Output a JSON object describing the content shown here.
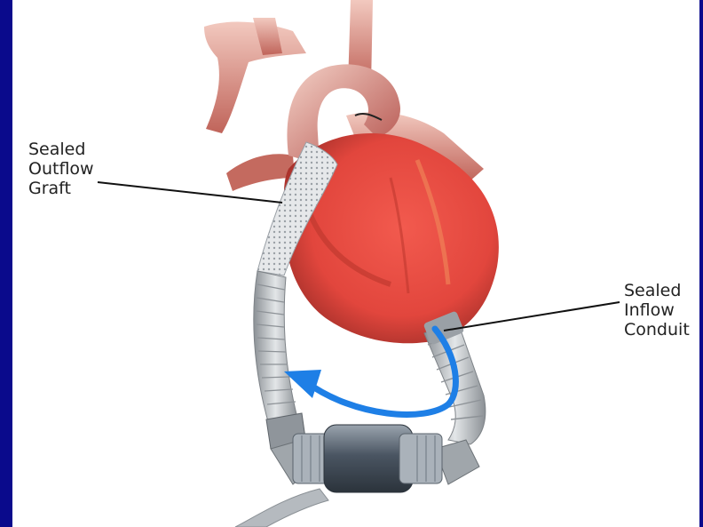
{
  "labels": {
    "outflow": [
      "Sealed",
      "Outflow",
      "Graft"
    ],
    "inflow": [
      "Sealed",
      "Inflow",
      "Conduit"
    ]
  },
  "colors": {
    "border": "#0a0a8c",
    "background": "#ffffff",
    "heart_red": "#e2463d",
    "heart_dark": "#b8322c",
    "vessel_pink": "#d98a7c",
    "flow_arrow": "#1e7fe6",
    "conduit_grey": "#b8bcc0",
    "pump_dark": "#4a5562"
  },
  "icons": {
    "flow": "curved-arrow-icon"
  }
}
